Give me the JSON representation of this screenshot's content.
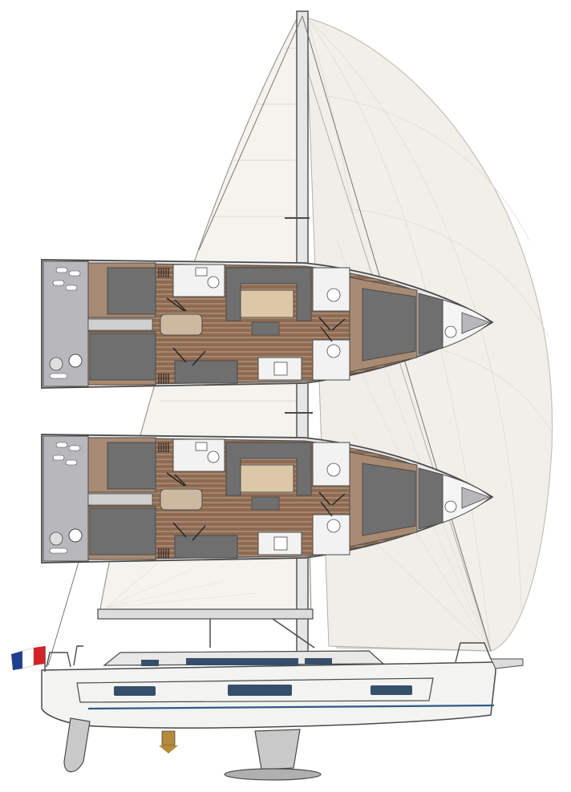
{
  "image": {
    "subject": "sailing-yacht-profile-and-interior-layouts",
    "colors": {
      "background": "#ffffff",
      "sail": "#f0efe9",
      "sail_seam": "#d8d6cc",
      "hull": "#f3f3f1",
      "outline": "#4a4a4a",
      "wood_floor": "#8e6a52",
      "cabinet_wood": "#a88a73",
      "cushion": "#6f6f6f",
      "cabin_fill": "#e9e9e9",
      "stern_grey": "#b8b8bc",
      "stripe": "#2f5a8a",
      "flag_blue": "#1f3f8f",
      "flag_red": "#d2232a"
    }
  },
  "layouts": [
    {
      "id": "layout-upper"
    },
    {
      "id": "layout-lower"
    }
  ]
}
